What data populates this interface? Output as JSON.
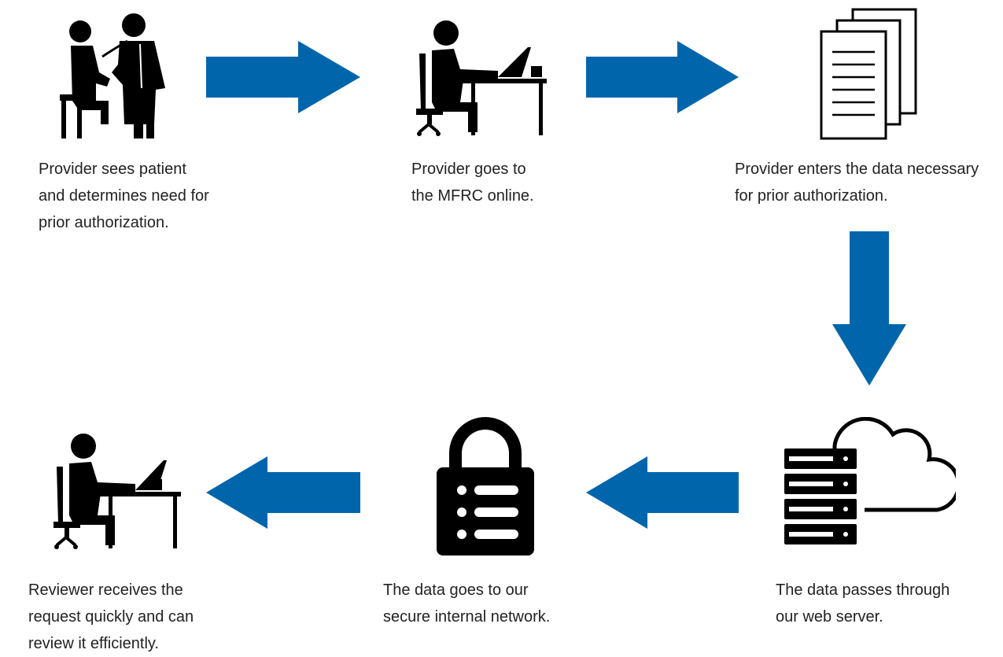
{
  "colors": {
    "arrow": "#0165ac",
    "icon": "#000000"
  },
  "steps": [
    {
      "icon": "doctor-patient-icon",
      "caption": [
        "Provider sees patient",
        "and determines need for",
        "prior authorization."
      ]
    },
    {
      "icon": "person-at-laptop-icon",
      "caption": [
        "Provider goes to",
        "the MFRC online."
      ]
    },
    {
      "icon": "documents-icon",
      "caption": [
        "Provider enters the data necessary",
        "for prior authorization."
      ]
    },
    {
      "icon": "server-cloud-icon",
      "caption": [
        "The data passes through",
        "our web server."
      ]
    },
    {
      "icon": "padlock-icon",
      "caption": [
        "The data goes to our",
        "secure internal network."
      ]
    },
    {
      "icon": "reviewer-at-laptop-icon",
      "caption": [
        "Reviewer receives the",
        "request quickly and can",
        "review it efficiently."
      ]
    }
  ],
  "arrows": [
    "right",
    "right",
    "down",
    "left",
    "left"
  ]
}
